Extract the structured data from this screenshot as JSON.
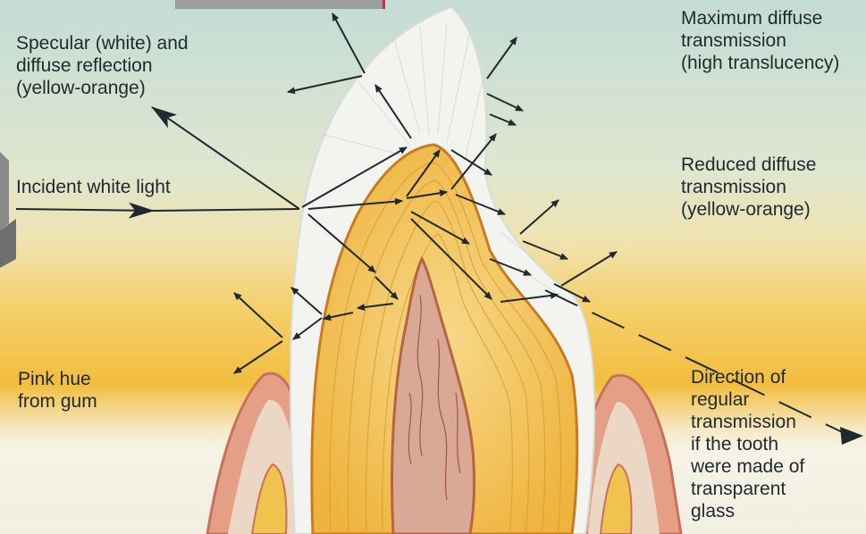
{
  "labels": {
    "specular": [
      "Specular (white) and",
      "diffuse reflection",
      "(yellow-orange)"
    ],
    "incident": [
      "Incident white light"
    ],
    "pink_hue": [
      "Pink hue",
      "from gum"
    ],
    "max_diffuse": [
      "Maximum diffuse",
      "transmission",
      "(high translucency)"
    ],
    "reduced_diffuse": [
      "Reduced diffuse",
      "transmission",
      "(yellow-orange)"
    ],
    "regular_transmission": [
      "Direction of",
      "regular",
      "transmission",
      "if the tooth",
      "were made of",
      "transparent",
      "glass"
    ]
  },
  "colors": {
    "sky_top": "#c9dfd8",
    "band_yellow": "#f3c04a",
    "bottom_pale": "#f4f1e2",
    "enamel": "#f2f3ee",
    "dentin": "#f0c45a",
    "dentin_line": "#d89a2a",
    "pulp": "#d8a690",
    "gum": "#e4a78d",
    "arrow": "#1e2a2e"
  }
}
